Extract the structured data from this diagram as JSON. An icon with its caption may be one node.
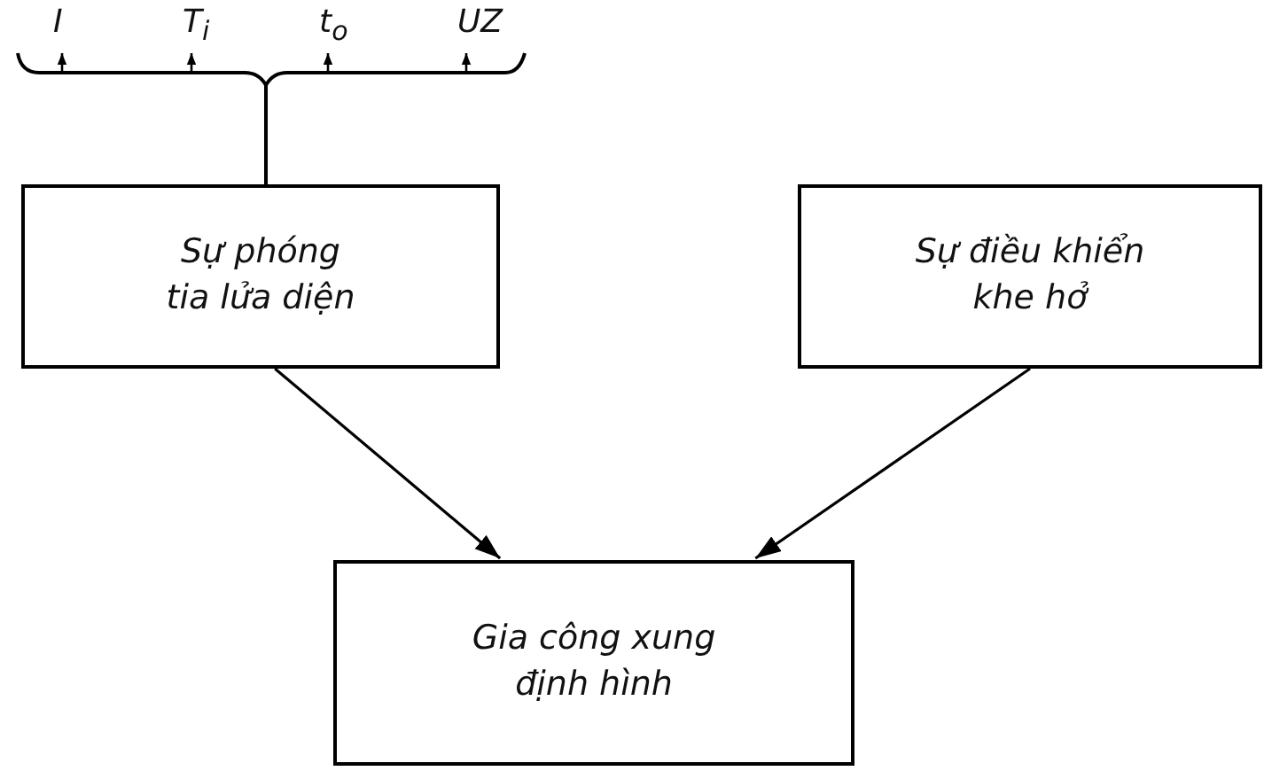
{
  "diagram": {
    "nodes": [
      {
        "text": [
          "Sự phóng tia lửa diện"
        ]
      },
      {
        "text": [
          "Sự điều khiển khe hở"
        ]
      },
      {
        "text": [
          "Gia công xung định hình"
        ]
      }
    ],
    "edges": [
      {
        "from": 0,
        "to": 2,
        "arrow": "to"
      },
      {
        "from": 1,
        "to": 2,
        "arrow": "to"
      }
    ],
    "labels": [
      "I",
      "T$_{i}$",
      "t$_{o}$",
      "UZ"
    ]
  }
}
